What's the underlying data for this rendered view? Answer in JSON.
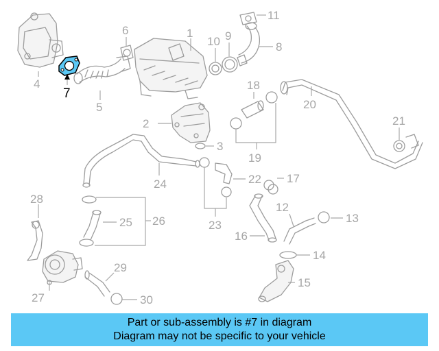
{
  "diagram": {
    "callouts": [
      "1",
      "2",
      "3",
      "4",
      "5",
      "6",
      "7",
      "8",
      "9",
      "10",
      "11",
      "12",
      "13",
      "14",
      "15",
      "16",
      "17",
      "18",
      "19",
      "20",
      "21",
      "22",
      "23",
      "24",
      "25",
      "26",
      "27",
      "28",
      "29",
      "30"
    ],
    "highlighted_part": "7",
    "highlight_color": "#5bc8f5"
  },
  "banner": {
    "line1": "Part or sub-assembly is #7 in diagram",
    "line2": "Diagram may not be specific to your vehicle",
    "background": "#5bc8f5"
  }
}
